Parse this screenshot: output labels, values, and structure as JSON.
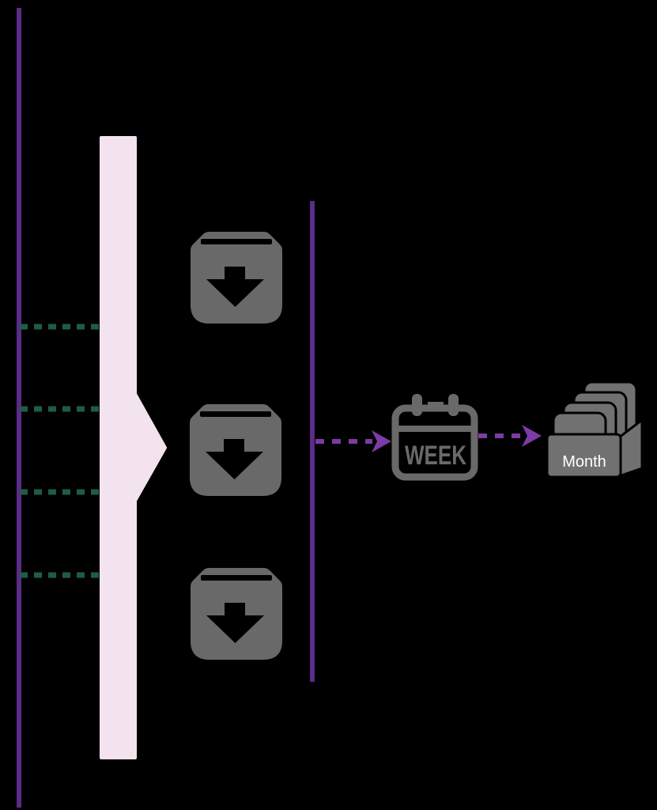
{
  "diagram": {
    "week_label": "WEEK",
    "month_label": "Month",
    "icons": {
      "inbox_icon_count": 3,
      "inbox_icon_name": "inbox-archive-down-icon",
      "week_icon_name": "calendar-week-icon",
      "month_icon_name": "card-file-box-icon"
    },
    "colors": {
      "background": "#000000",
      "axis_purple": "#5a2b87",
      "arrow_purple": "#7c3ba6",
      "tick_green": "#1f5c45",
      "icon_gray": "#696969",
      "month_box_gray": "#717171",
      "capture_bar_pink": "#f2e3ee",
      "month_label_white": "#ffffff"
    }
  }
}
